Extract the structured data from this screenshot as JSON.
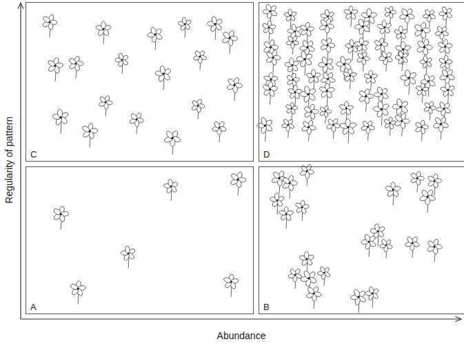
{
  "diagram": {
    "nodes": [
      {
        "text": [
          "C"
        ]
      },
      {
        "text": [
          "D"
        ]
      },
      {
        "text": [
          "A"
        ]
      },
      {
        "text": [
          "B"
        ]
      }
    ],
    "labels": [
      "Regularity of pattern",
      "Abundance"
    ]
  }
}
